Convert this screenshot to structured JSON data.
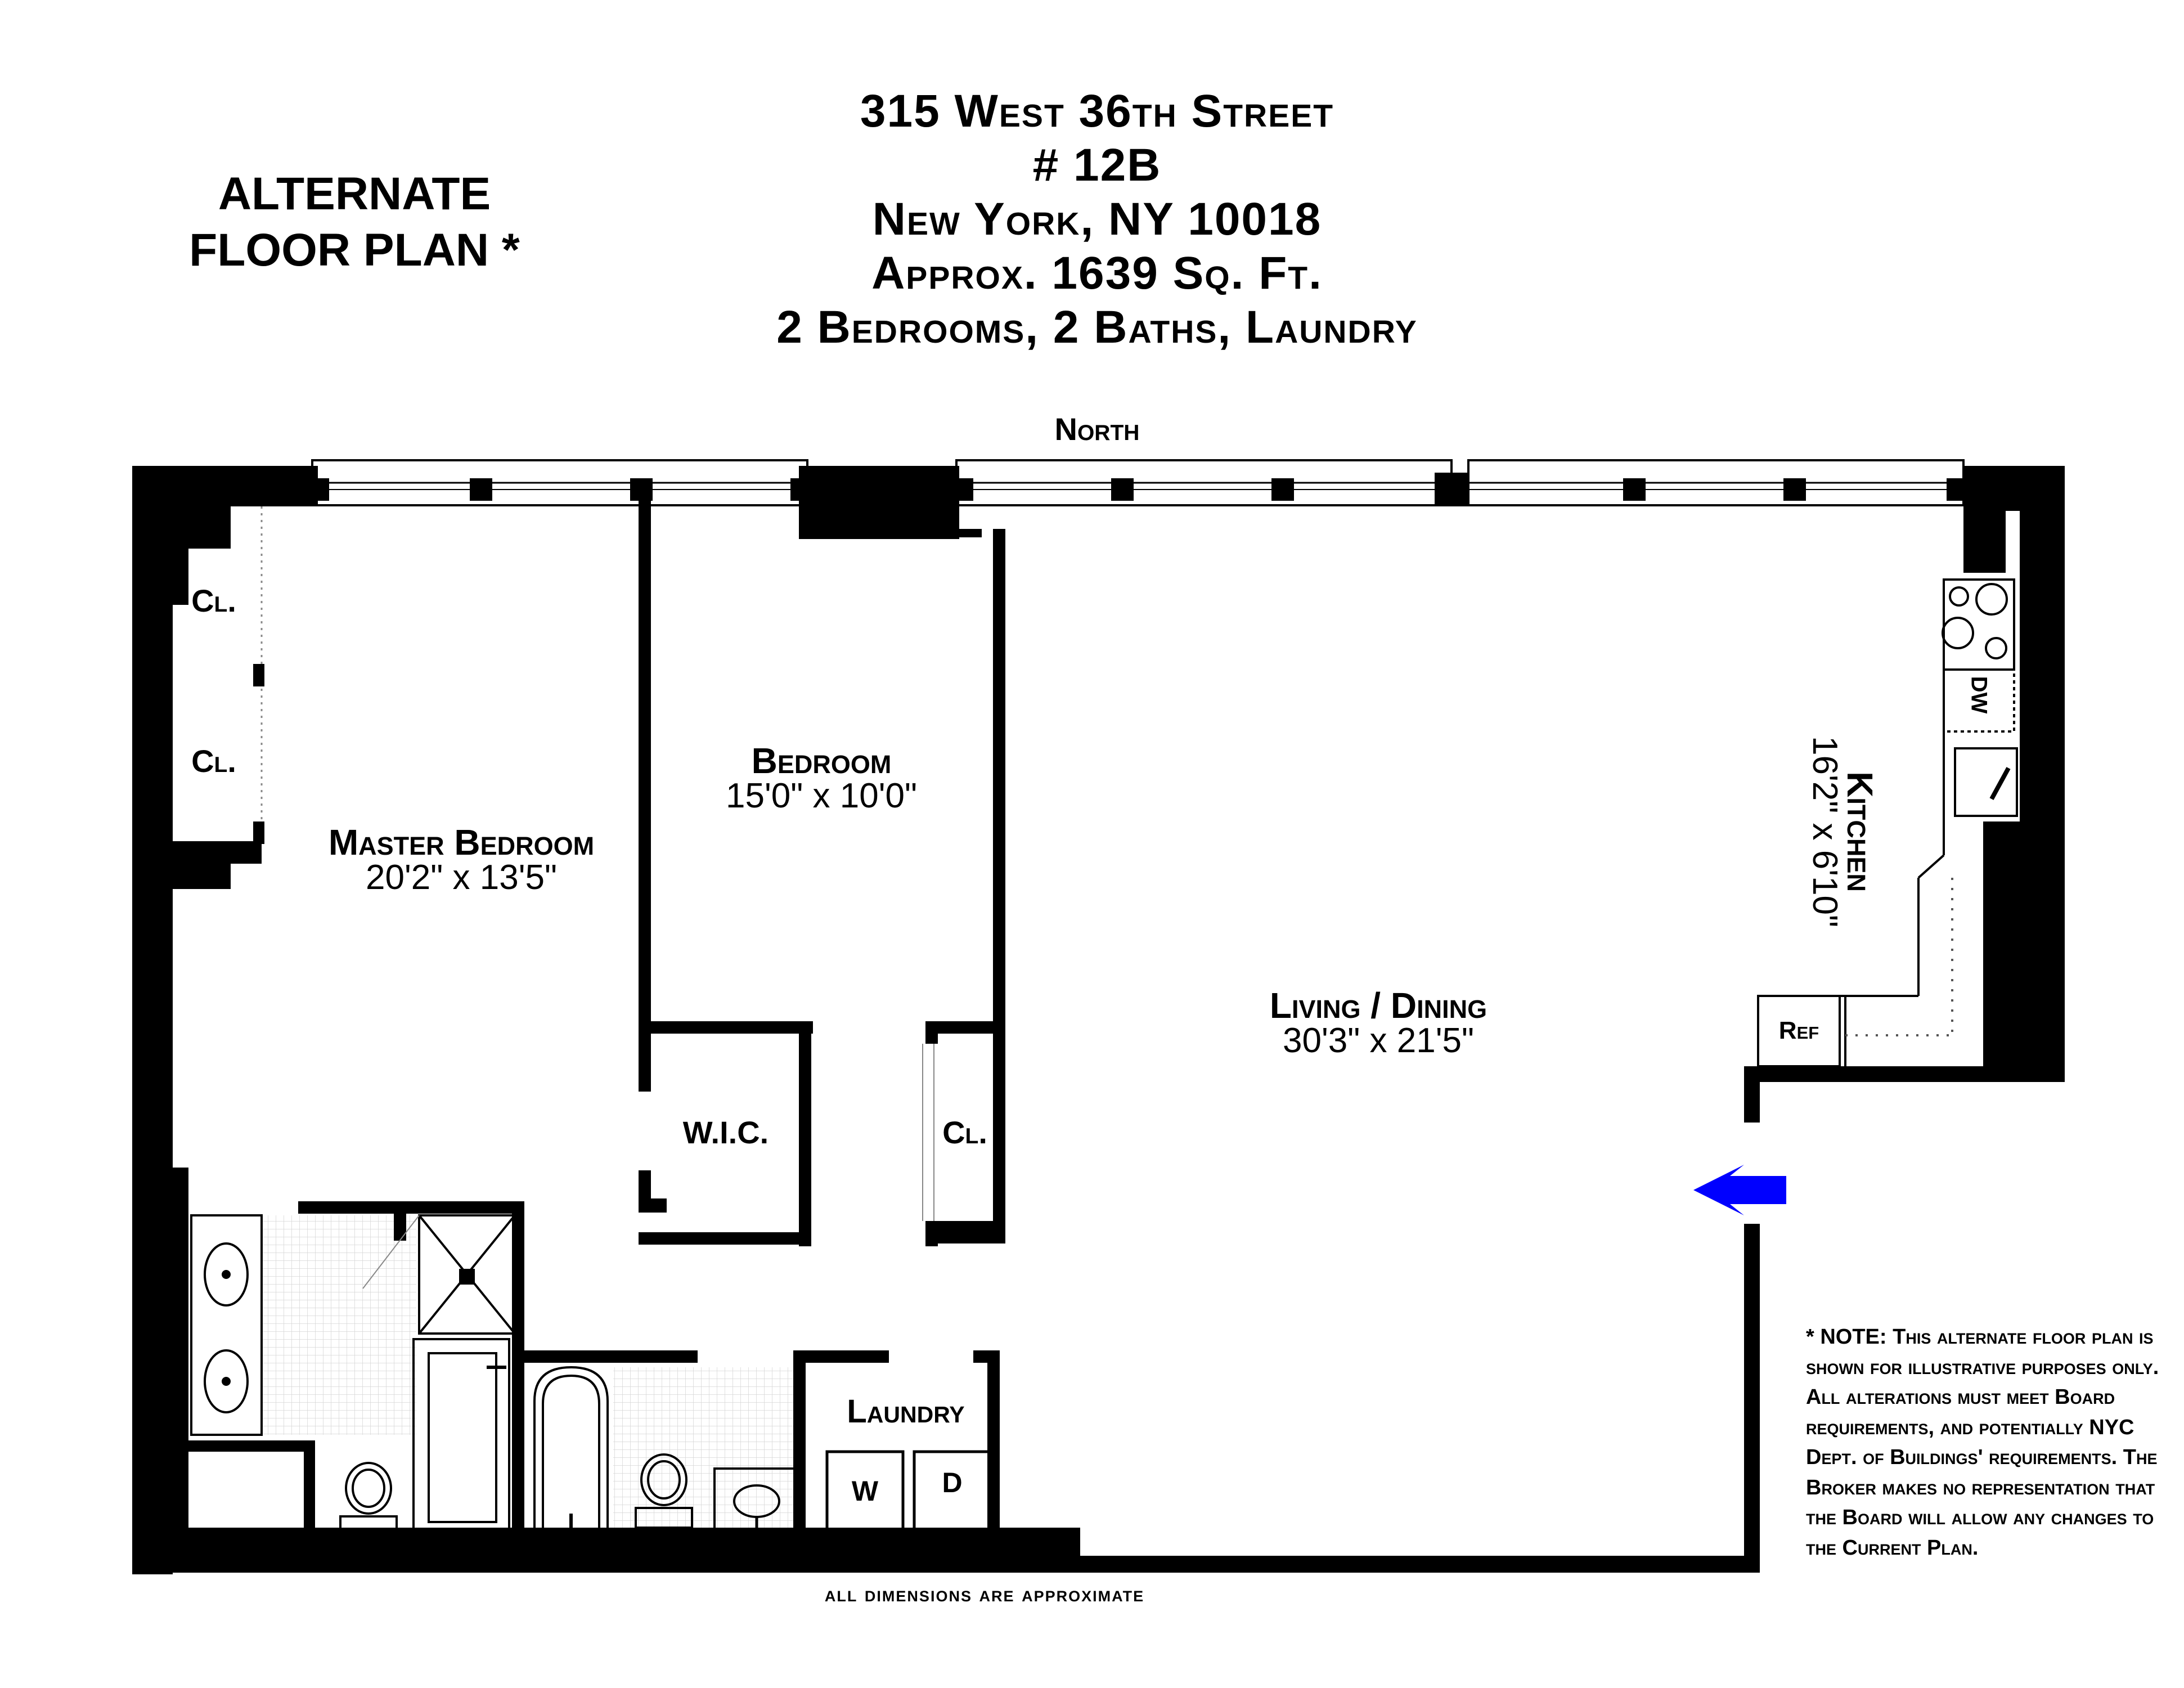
{
  "header": {
    "line1": "315 West 36th Street",
    "line2": "# 12B",
    "line3": "New York, NY 10018",
    "line4": "Approx. 1639 Sq. Ft.",
    "line5": "2 Bedrooms, 2 Baths, Laundry"
  },
  "alternate_label": {
    "line1": "ALTERNATE",
    "line2": "FLOOR PLAN *"
  },
  "compass_label": "North",
  "rooms": {
    "master_bedroom": {
      "name": "Master Bedroom",
      "dims": "20'2\"  x  13'5\""
    },
    "bedroom": {
      "name": "Bedroom",
      "dims": "15'0\"  x  10'0\""
    },
    "living_dining": {
      "name": "Living / Dining",
      "dims": "30'3\"  x  21'5\""
    },
    "kitchen": {
      "name": "Kitchen",
      "dims": "16'2\"  x  6'10\""
    },
    "laundry": {
      "name": "Laundry"
    },
    "wic": {
      "name": "W.I.C."
    },
    "closet_1": {
      "name": "Cl."
    },
    "closet_2": {
      "name": "Cl."
    },
    "closet_3": {
      "name": "Cl."
    }
  },
  "appliances": {
    "washer": "W",
    "dryer": "D",
    "dishwasher": "DW",
    "refrigerator": "Ref"
  },
  "footer": "all dimensions are approximate",
  "note": {
    "heading": "* NOTE:",
    "text": "This alternate floor plan is shown for illustrative purposes only. All alterations must meet Board requirements, and potentially NYC Dept. of Buildings' requirements. The Broker makes no representation that the Board will allow any changes to the Current Plan."
  },
  "colors": {
    "wall": "#000000",
    "entry_arrow": "#0000ff"
  },
  "icons": [
    "entry-arrow-icon",
    "sink-icon",
    "toilet-icon",
    "bathtub-icon",
    "shower-icon",
    "cooktop-icon"
  ]
}
